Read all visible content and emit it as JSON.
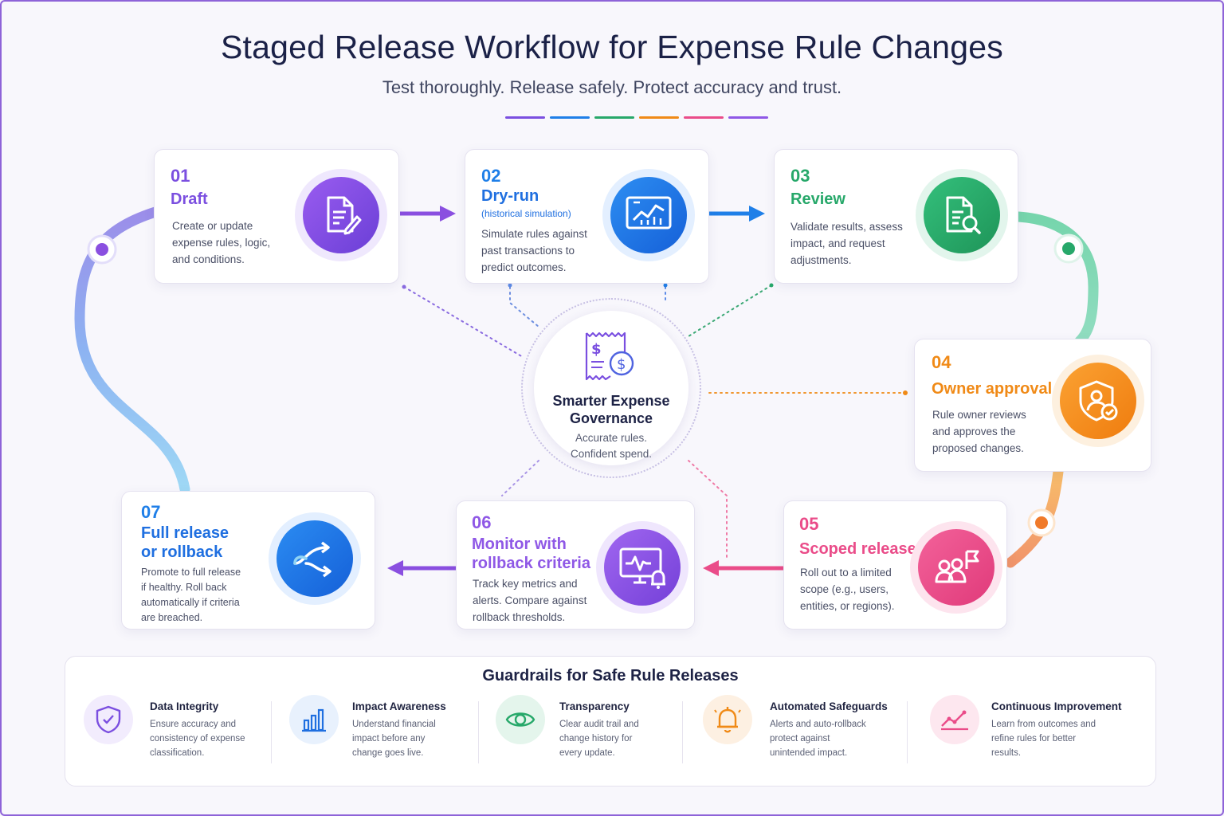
{
  "title": "Staged Release Workflow for Expense Rule Changes",
  "subtitle": "Test thoroughly. Release safely. Protect accuracy and trust.",
  "colors": {
    "purple": "#7b4fe0",
    "blue": "#1f7fe8",
    "green": "#27a86a",
    "orange": "#f08a17",
    "pink": "#ea4c89",
    "violet": "#8f58e6"
  },
  "steps": [
    {
      "num": "01",
      "title": "Draft",
      "sub": "",
      "desc": [
        "Create or update",
        "expense rules, logic,",
        "and conditions."
      ],
      "icon": "document-edit-icon"
    },
    {
      "num": "02",
      "title": "Dry-run",
      "sub": "(historical simulation)",
      "desc": [
        "Simulate rules against",
        "past transactions to",
        "predict outcomes."
      ],
      "icon": "chart-monitor-icon"
    },
    {
      "num": "03",
      "title": "Review",
      "sub": "",
      "desc": [
        "Validate results, assess",
        "impact, and request",
        "adjustments."
      ],
      "icon": "document-search-icon"
    },
    {
      "num": "04",
      "title": "Owner approval",
      "sub": "",
      "desc": [
        "Rule owner reviews",
        "and approves the",
        "proposed changes."
      ],
      "icon": "shield-user-check-icon"
    },
    {
      "num": "05",
      "title": "Scoped release",
      "sub": "",
      "desc": [
        "Roll out to a limited",
        "scope (e.g., users,",
        "entities, or regions)."
      ],
      "icon": "users-flag-icon"
    },
    {
      "num": "06",
      "title_lines": [
        "Monitor with",
        "rollback criteria"
      ],
      "desc": [
        "Track key metrics and",
        "alerts. Compare against",
        "rollback thresholds."
      ],
      "icon": "monitor-alert-icon"
    },
    {
      "num": "07",
      "title_lines": [
        "Full release",
        "or rollback"
      ],
      "desc": [
        "Promote to full release",
        "if healthy. Roll back",
        "automatically if criteria",
        "are breached."
      ],
      "icon": "branch-arrows-icon"
    }
  ],
  "center": {
    "title_lines": [
      "Smarter Expense",
      "Governance"
    ],
    "desc_lines": [
      "Accurate rules.",
      "Confident spend."
    ],
    "icon": "receipt-dollar-icon"
  },
  "guardrails": {
    "heading": "Guardrails for Safe Rule Releases",
    "items": [
      {
        "title": "Data Integrity",
        "desc": [
          "Ensure accuracy and",
          "consistency of expense",
          "classification."
        ],
        "icon": "shield-check-icon"
      },
      {
        "title": "Impact Awareness",
        "desc": [
          "Understand financial",
          "impact before any",
          "change goes live."
        ],
        "icon": "bar-chart-icon"
      },
      {
        "title": "Transparency",
        "desc": [
          "Clear audit trail and",
          "change history for",
          "every update."
        ],
        "icon": "eye-icon"
      },
      {
        "title": "Automated Safeguards",
        "desc": [
          "Alerts and auto-rollback",
          "protect against",
          "unintended impact."
        ],
        "icon": "bell-icon"
      },
      {
        "title": "Continuous Improvement",
        "desc": [
          "Learn from outcomes and",
          "refine rules for better",
          "results."
        ],
        "icon": "trend-line-icon"
      }
    ]
  }
}
